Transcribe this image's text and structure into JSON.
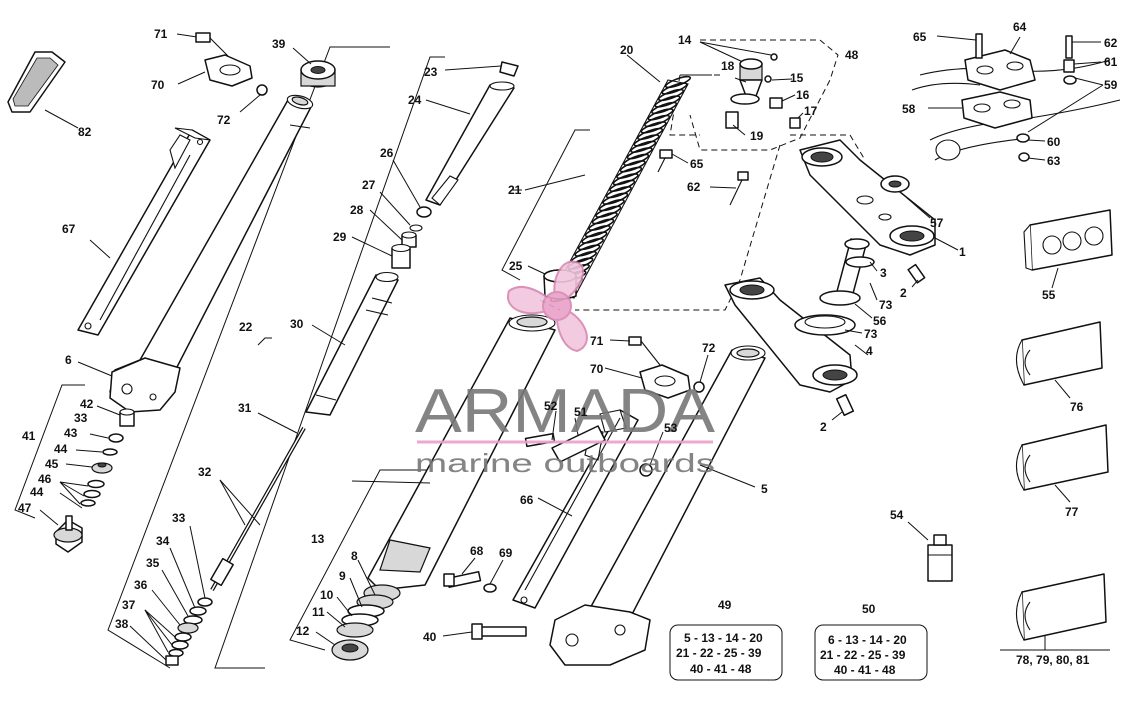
{
  "part_labels": {
    "l1": "1",
    "l2a": "2",
    "l2b": "2",
    "l3": "3",
    "l4": "4",
    "l5": "5",
    "l6": "6",
    "l8": "8",
    "l9": "9",
    "l10": "10",
    "l11": "11",
    "l12": "12",
    "l13": "13",
    "l14": "14",
    "l15": "15",
    "l16": "16",
    "l17": "17",
    "l18": "18",
    "l19": "19",
    "l20": "20",
    "l21": "21",
    "l22": "22",
    "l23": "23",
    "l24": "24",
    "l25": "25",
    "l26": "26",
    "l27": "27",
    "l28": "28",
    "l29": "29",
    "l30": "30",
    "l31": "31",
    "l32": "32",
    "l33a": "33",
    "l33b": "33",
    "l34": "34",
    "l35": "35",
    "l36": "36",
    "l37": "37",
    "l38": "38",
    "l39": "39",
    "l40": "40",
    "l41": "41",
    "l42": "42",
    "l43": "43",
    "l44a": "44",
    "l44b": "44",
    "l45": "45",
    "l46": "46",
    "l47": "47",
    "l48": "48",
    "l51": "51",
    "l52": "52",
    "l53": "53",
    "l54": "54",
    "l55": "55",
    "l56": "56",
    "l57": "57",
    "l58": "58",
    "l59": "59",
    "l60": "60",
    "l61": "61",
    "l62a": "62",
    "l62b": "62",
    "l63": "63",
    "l64": "64",
    "l65a": "65",
    "l65b": "65",
    "l66": "66",
    "l67": "67",
    "l68": "68",
    "l69": "69",
    "l70a": "70",
    "l70b": "70",
    "l71a": "71",
    "l71b": "71",
    "l72a": "72",
    "l72b": "72",
    "l73a": "73",
    "l73b": "73",
    "l76": "76",
    "l77": "77",
    "l78_81": "78, 79, 80, 81",
    "l82": "82"
  },
  "kits": [
    {
      "number": "49",
      "line1": "5 - 13 - 14 - 20",
      "line2": "21 - 22 - 25 - 39",
      "line3": "40 - 41 - 48"
    },
    {
      "number": "50",
      "line1": "6 - 13 - 14 - 20",
      "line2": "21 - 22 - 25 - 39",
      "line3": "40 - 41 - 48"
    }
  ],
  "watermark": {
    "brand": "ARMADA",
    "tagline": "marine outboards",
    "logo_icon": "propeller-icon",
    "logo_color": "#e8a0c8",
    "text_color": "#777777"
  }
}
